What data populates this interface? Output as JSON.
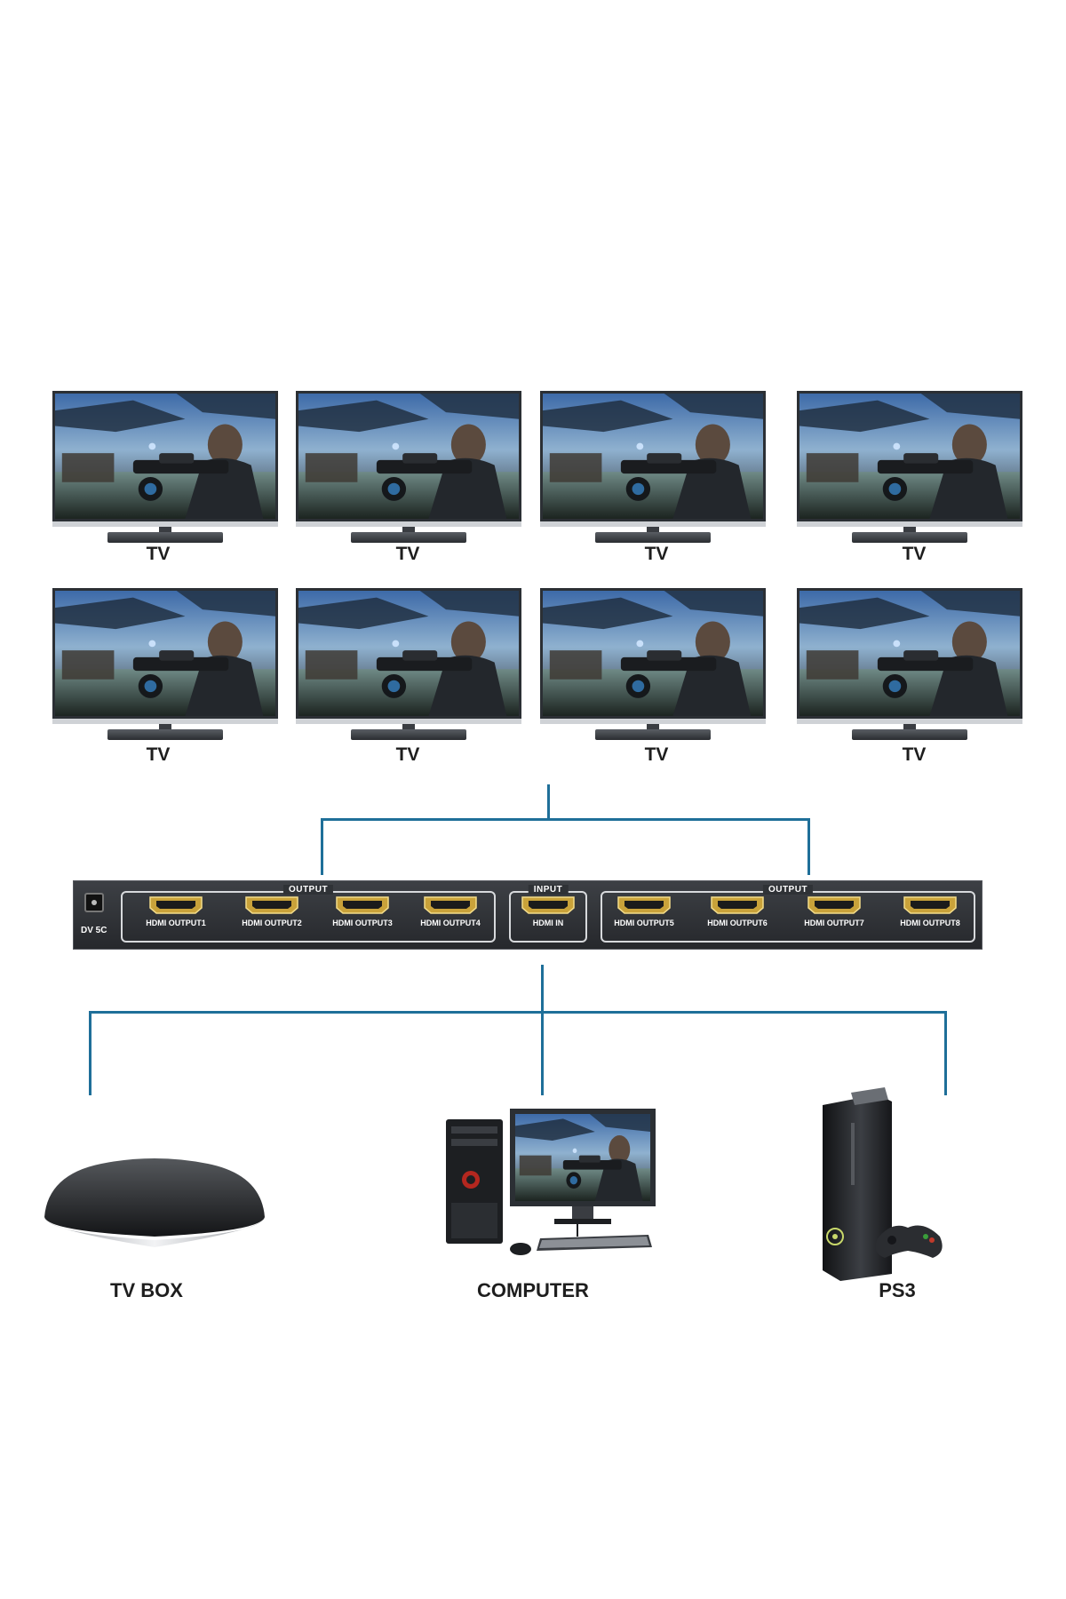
{
  "tvs": [
    {
      "label": "TV"
    },
    {
      "label": "TV"
    },
    {
      "label": "TV"
    },
    {
      "label": "TV"
    },
    {
      "label": "TV"
    },
    {
      "label": "TV"
    },
    {
      "label": "TV"
    },
    {
      "label": "TV"
    }
  ],
  "splitter": {
    "dc_label": "DV 5C",
    "output_group_left": "OUTPUT",
    "input_group": "INPUT",
    "output_group_right": "OUTPUT",
    "ports": [
      {
        "label": "HDMI OUTPUT1"
      },
      {
        "label": "HDMI OUTPUT2"
      },
      {
        "label": "HDMI OUTPUT3"
      },
      {
        "label": "HDMI OUTPUT4"
      },
      {
        "label": "HDMI IN"
      },
      {
        "label": "HDMI OUTPUT5"
      },
      {
        "label": "HDMI OUTPUT6"
      },
      {
        "label": "HDMI OUTPUT7"
      },
      {
        "label": "HDMI OUTPUT8"
      }
    ]
  },
  "sources": [
    {
      "label": "TV BOX",
      "icon": "tv-box-icon"
    },
    {
      "label": "COMPUTER",
      "icon": "desktop-computer-icon"
    },
    {
      "label": "PS3",
      "icon": "game-console-icon"
    }
  ],
  "colors": {
    "connector_line": "#1f6f99",
    "device_body": "#2f3236",
    "port_gold": "#c9a23a"
  }
}
